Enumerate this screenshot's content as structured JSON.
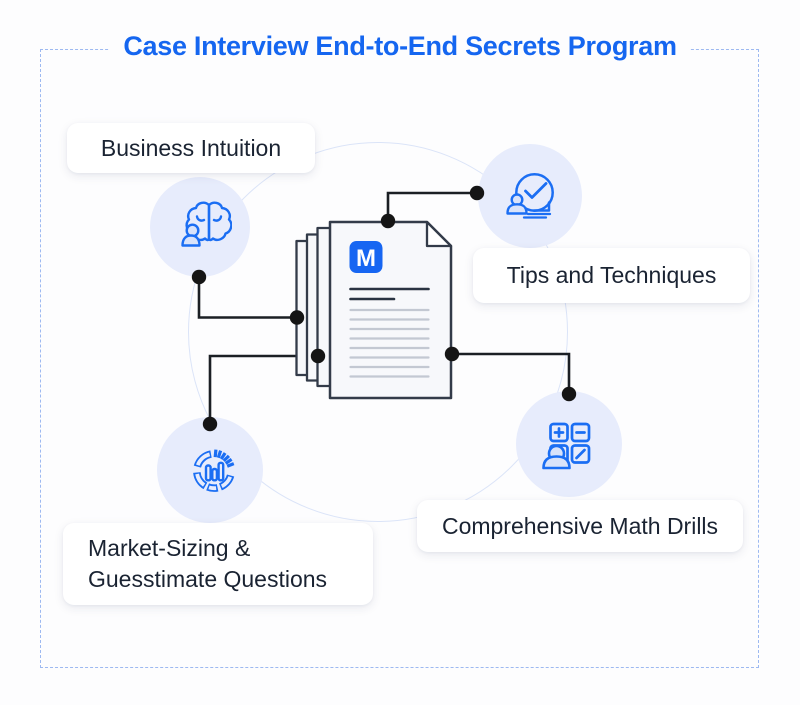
{
  "diagram": {
    "title": "Case Interview End-to-End Secrets Program",
    "document": {
      "logo_letter": "M",
      "description": "stack of program pages with folded corner"
    },
    "nodes": {
      "business": {
        "label": "Business Intuition",
        "icon": "brain-person-icon",
        "position": "top-left"
      },
      "tips": {
        "label": "Tips and Techniques",
        "icon": "person-check-bubble-icon",
        "position": "top-right"
      },
      "market": {
        "line1": "Market-Sizing &",
        "line2": "Guesstimate Questions",
        "icon": "pie-bar-chart-icon",
        "position": "bottom-left"
      },
      "math": {
        "label": "Comprehensive Math Drills",
        "icon": "person-calculator-icon",
        "position": "bottom-right"
      }
    },
    "colors": {
      "bg": "#fdfdfe",
      "accent": "#1566f0",
      "dash": "#9db9f1",
      "faint": "#dbe4f8",
      "nodefill": "#e7ecfc",
      "icon": "#1b6ef3",
      "person": "#d9e3fa",
      "conn": "#1b1f24",
      "dot": "#151515",
      "cardtext": "#1a2332",
      "pagefill": "#f7f8fb",
      "pageline": "#333b49",
      "docgray": "#c3c8d2",
      "docdark": "#2a3342",
      "logo": "#1766f2"
    }
  }
}
